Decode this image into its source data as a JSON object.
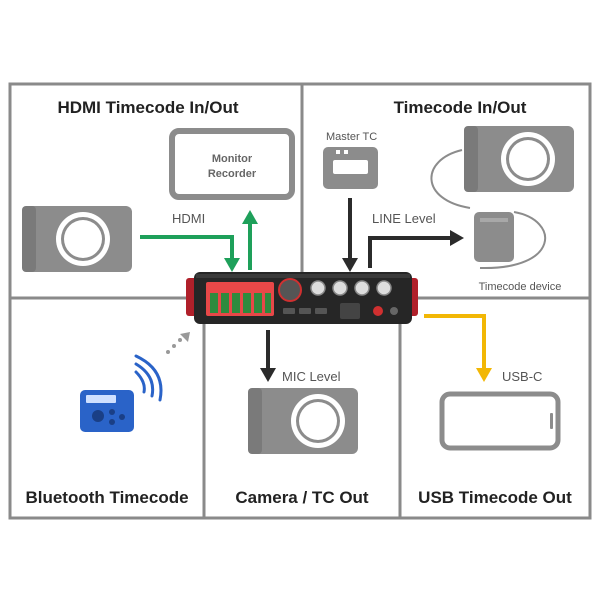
{
  "panels": {
    "hdmi": {
      "title": "HDMI Timecode In/Out",
      "link_label": "HDMI",
      "monitor_line1": "Monitor",
      "monitor_line2": "Recorder"
    },
    "tc_inout": {
      "title": "Timecode In/Out",
      "master_label": "Master TC",
      "line_label": "LINE Level",
      "device_label": "Timecode device"
    },
    "bluetooth": {
      "title": "Bluetooth Timecode"
    },
    "camera": {
      "title": "Camera / TC Out",
      "mic_label": "MIC Level"
    },
    "usb": {
      "title": "USB Timecode Out",
      "usb_label": "USB-C"
    }
  },
  "colors": {
    "frame": "#8a8a8a",
    "device_gray": "#8c8c8c",
    "hdmi_arrow": "#1ea05a",
    "line_arrow": "#2b2b2b",
    "usb_arrow": "#f2b705",
    "bluetooth_device": "#2a63c8"
  },
  "icons": {
    "cameras": "camera-icon",
    "recorder": "field-recorder-icon",
    "bluetooth": "bluetooth-signal-icon",
    "phone": "smartphone-icon"
  }
}
